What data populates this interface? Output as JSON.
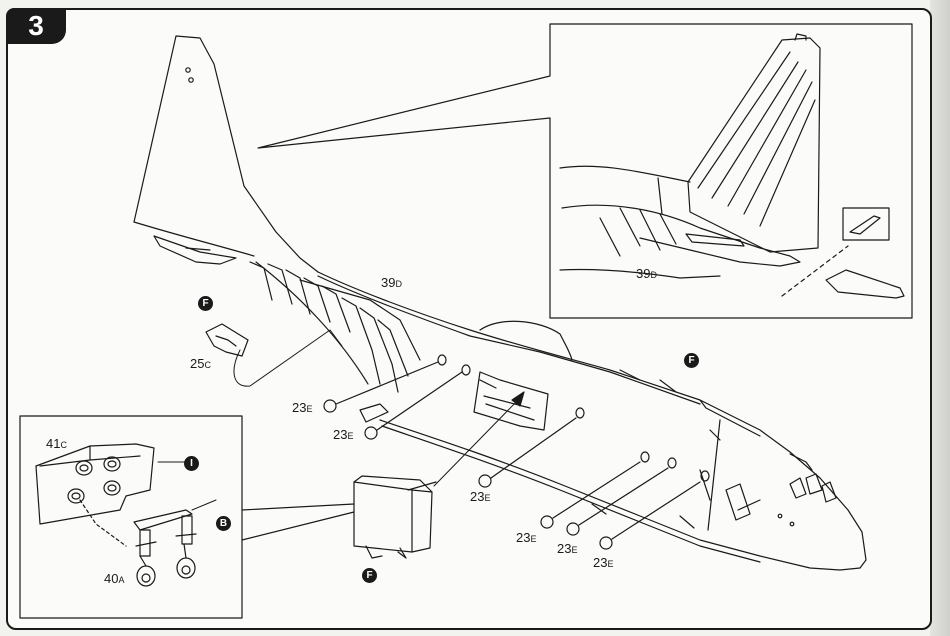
{
  "step": {
    "number": "3"
  },
  "labels": {
    "tail_main": {
      "num": "39",
      "suffix": "D"
    },
    "tail_detail": {
      "num": "39",
      "suffix": "D"
    },
    "part_25": {
      "num": "25",
      "suffix": "C"
    },
    "part_41": {
      "num": "41",
      "suffix": "C"
    },
    "part_40": {
      "num": "40",
      "suffix": "A"
    },
    "pin": {
      "num": "23",
      "suffix": "E"
    }
  },
  "markers": {
    "f": "F",
    "i": "I",
    "b": "B"
  },
  "colors": {
    "ink": "#1a1a1a",
    "paper": "#fbfbf9",
    "marker": "#1a1a1a"
  }
}
